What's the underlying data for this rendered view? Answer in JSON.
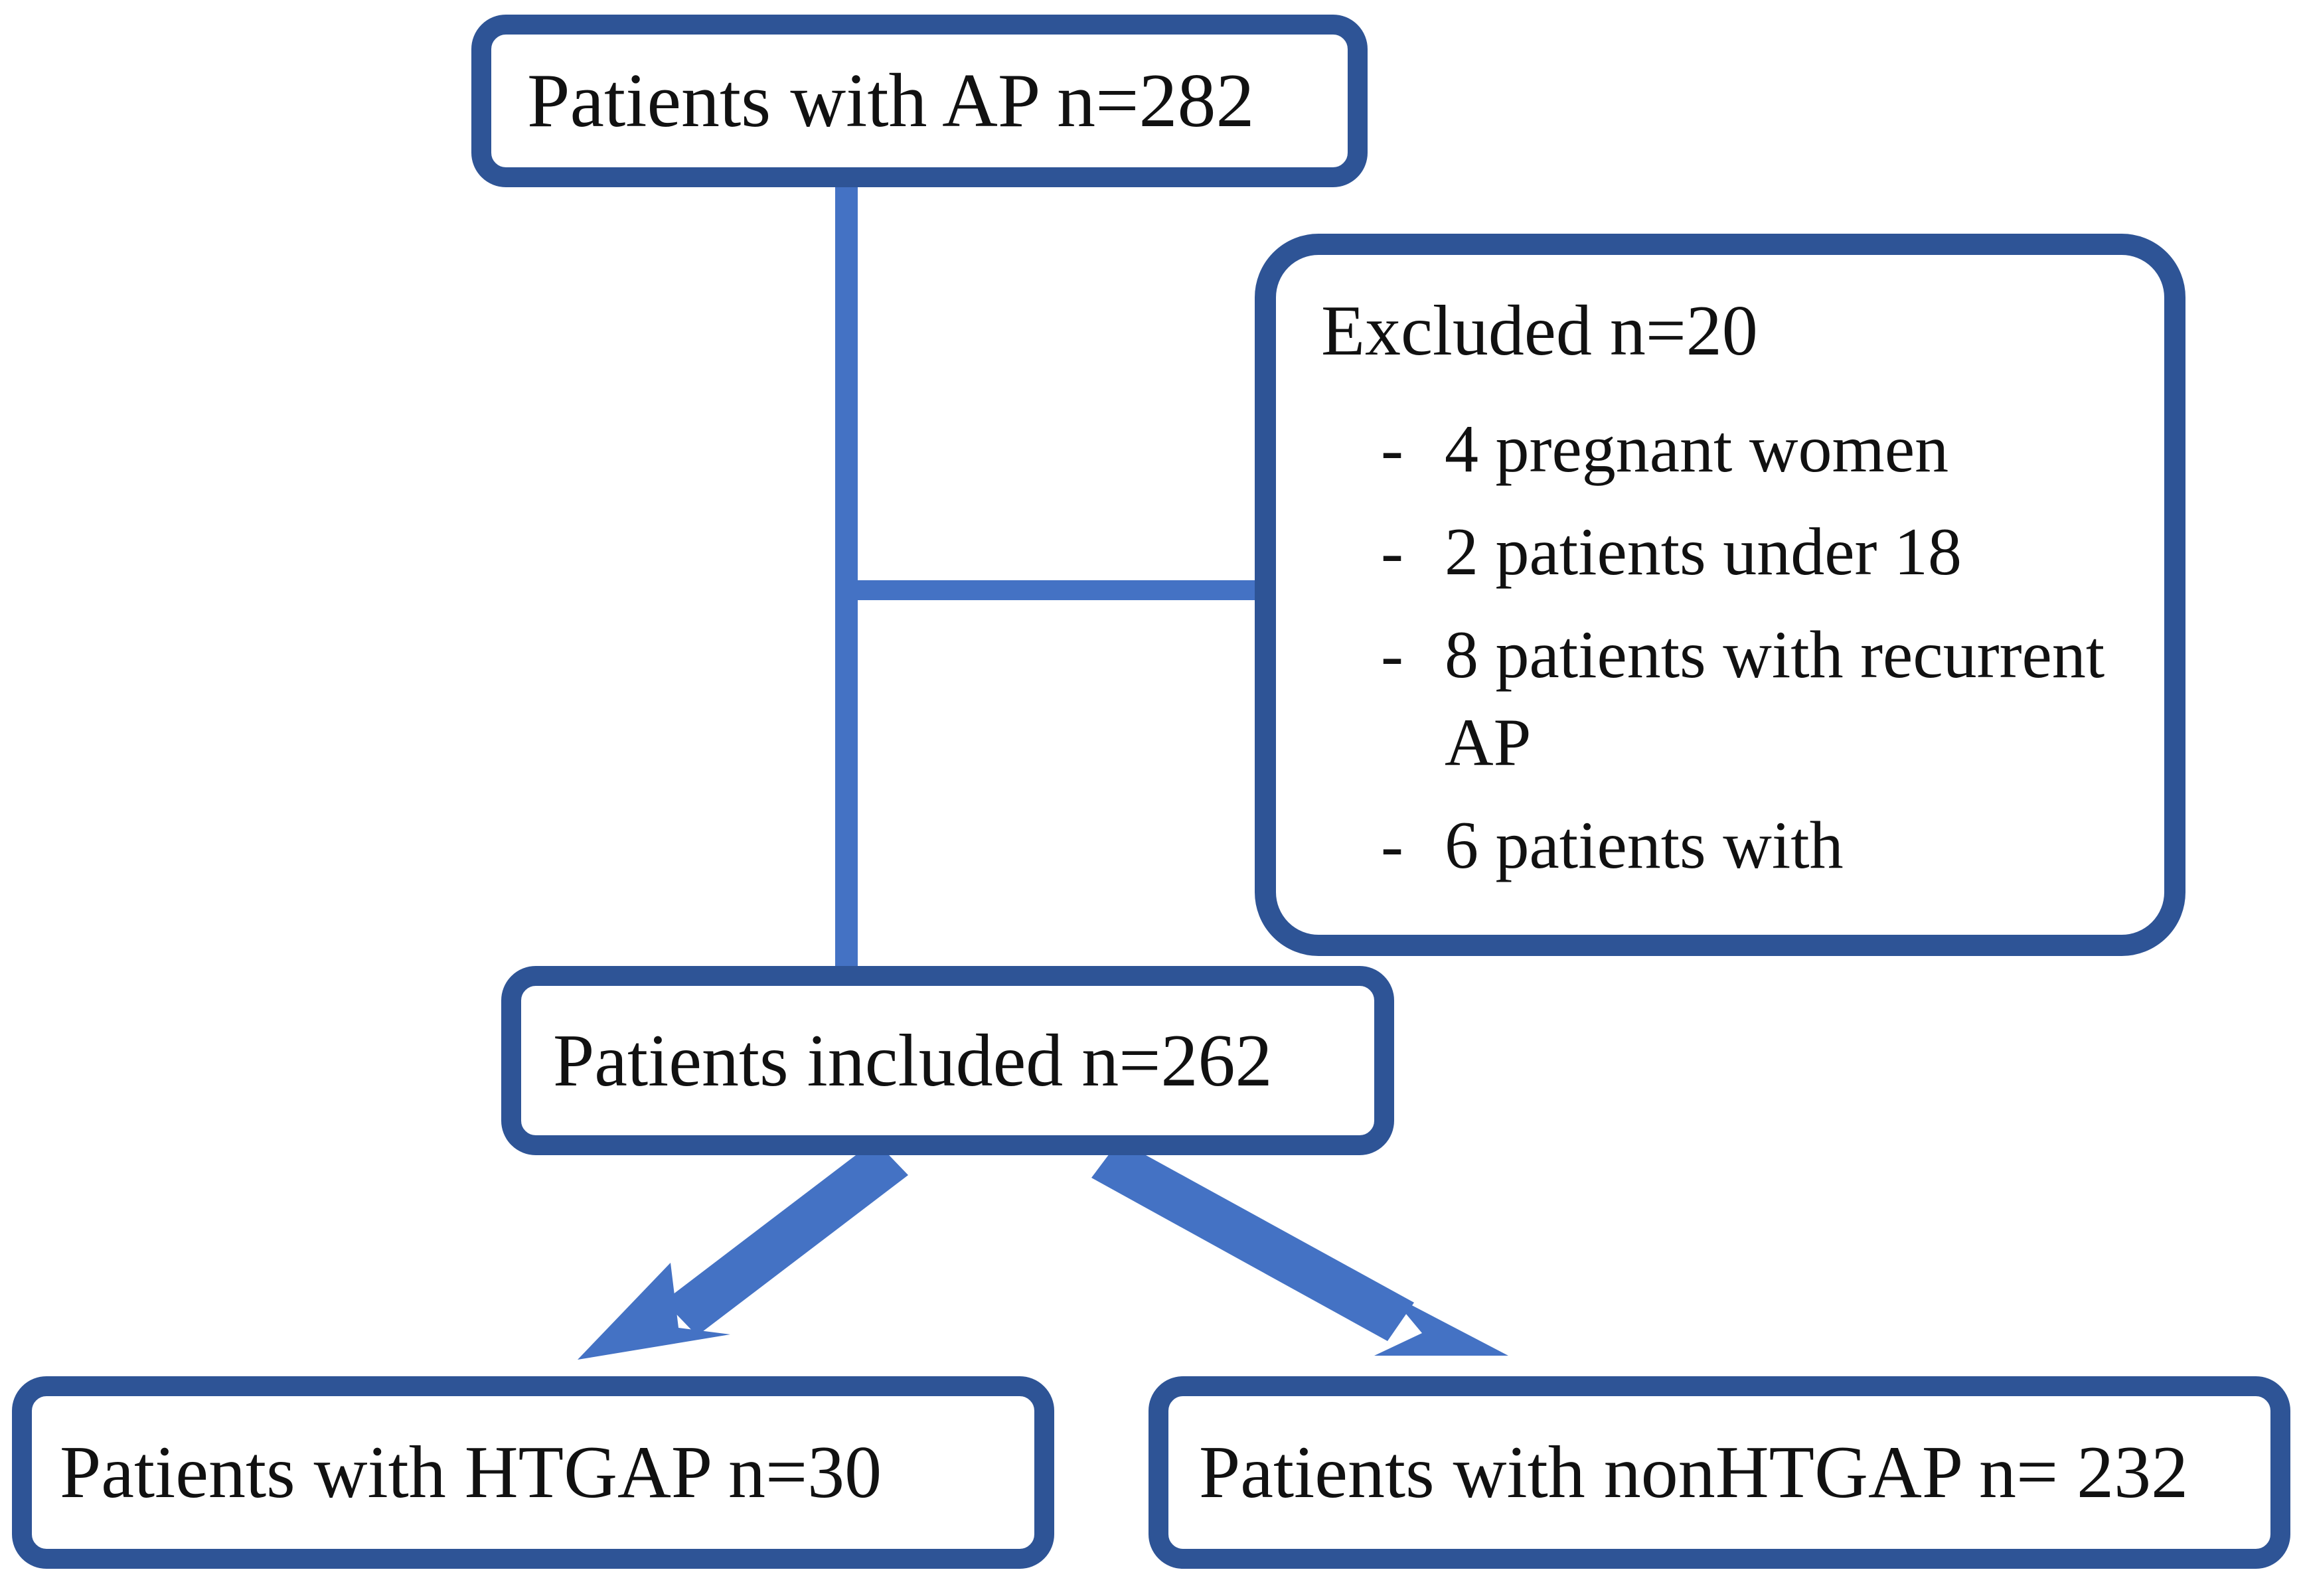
{
  "figure": {
    "type": "flowchart",
    "title": "Patient selection flow diagram",
    "colors": {
      "box_border": "#2E5496",
      "connector": "#4472C4",
      "box_fill": "#FFFFFF",
      "text": "#111111"
    }
  },
  "nodes": {
    "total": {
      "label": "Patients with AP n=282",
      "count": 282
    },
    "excluded": {
      "heading": "Excluded n=20",
      "count": 20,
      "reasons": [
        {
          "bullet": "-",
          "text": "4 pregnant women",
          "count": 4
        },
        {
          "bullet": "-",
          "text": "2 patients under 18",
          "count": 2
        },
        {
          "bullet": "-",
          "text": "8 patients with recurrent AP",
          "count": 8
        },
        {
          "bullet": "-",
          "text": "6 patients with",
          "count": 6
        }
      ]
    },
    "included": {
      "label": "Patients included n=262",
      "count": 262
    },
    "htgap": {
      "label": "Patients with HTGAP n=30",
      "count": 30
    },
    "nonhtgap": {
      "label": "Patients with nonHTGAP n= 232",
      "count": 232
    }
  },
  "connectors": {
    "total_to_included": "vertical-line",
    "total_to_excluded": "horizontal-branch",
    "included_to_htgap": "arrow-down-left",
    "included_to_nonhtgap": "arrow-down-right"
  }
}
